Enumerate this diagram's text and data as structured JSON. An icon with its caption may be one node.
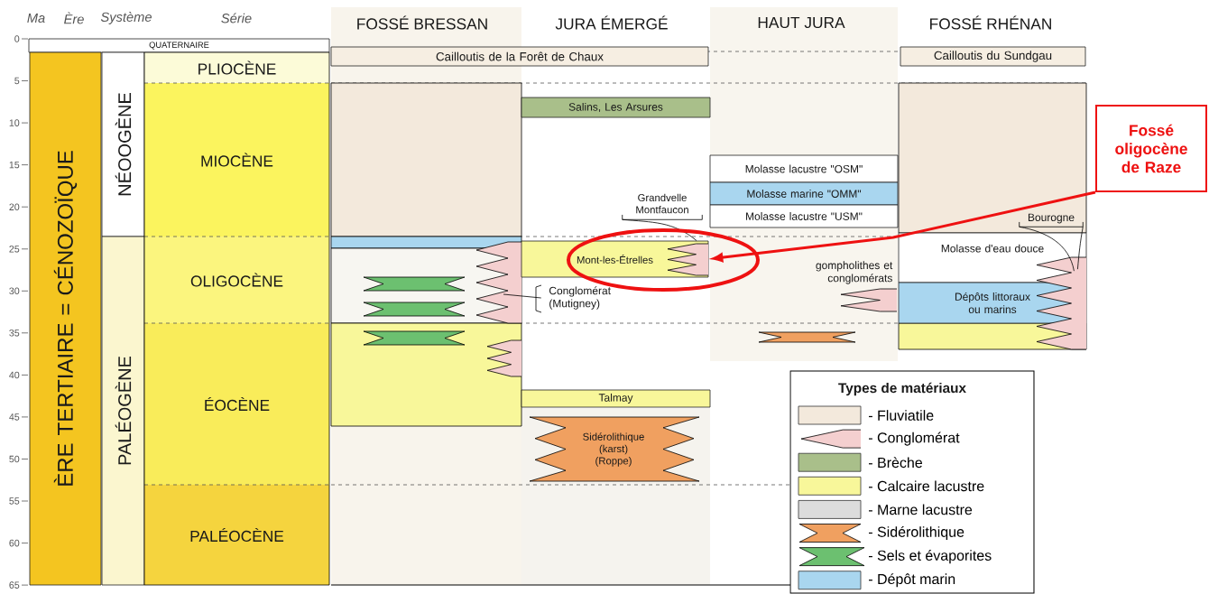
{
  "diagram": {
    "nodes": [
      {
        "text": [
          "QUATERNAIRE"
        ]
      },
      {
        "text": [
          "ÈRE TERTIAIRE = CÉNOZOÏQUE"
        ]
      },
      {
        "text": [
          "NÉOOGÈNE"
        ]
      },
      {
        "text": [
          "PALÉOGÈNE"
        ]
      },
      {
        "text": [
          "PLIOCÈNE"
        ]
      },
      {
        "text": [
          "MIOCÈNE"
        ]
      },
      {
        "text": [
          "OLIGOCÈNE"
        ]
      },
      {
        "text": [
          "ÉOCÈNE"
        ]
      },
      {
        "text": [
          "PALÉOCÈNE"
        ]
      },
      {
        "text": [
          "Cailloutis de la Forêt de Chaux"
        ]
      },
      {
        "text": [
          "Cailloutis du Sundgau"
        ]
      },
      {
        "text": [
          "Salins, Les Arsures"
        ]
      },
      {
        "text": [
          "Molasse lacustre \"OSM\""
        ]
      },
      {
        "text": [
          "Molasse marine \"OMM\""
        ]
      },
      {
        "text": [
          "Molasse lacustre \"USM\""
        ]
      },
      {
        "text": [
          "Grandvelle Montfaucon"
        ]
      },
      {
        "text": [
          "Mont-les-Étrelles"
        ]
      },
      {
        "text": [
          "Conglomérat (Mutigney)"
        ]
      },
      {
        "text": [
          "Talmay"
        ]
      },
      {
        "text": [
          "Sidérolithique (karst) (Roppe)"
        ]
      },
      {
        "text": [
          "Bourogne"
        ]
      },
      {
        "text": [
          "Molasse d'eau douce"
        ]
      },
      {
        "text": [
          "Dépôts littoraux ou marins"
        ]
      },
      {
        "text": [
          "Fossé oligocène de Raze"
        ]
      }
    ],
    "edges": [
      {
        "from": 15,
        "to": 16,
        "arrow": "none"
      },
      {
        "from": 17,
        "to": null,
        "arrow": "none"
      },
      {
        "from": 20,
        "to": 21,
        "arrow": "none"
      },
      {
        "from": 20,
        "to": 21,
        "arrow": "none"
      },
      {
        "from": 23,
        "to": 16,
        "arrow": "to",
        "style": "thick",
        "color": "#ee1111"
      }
    ],
    "labels": [
      "Ma",
      "Ère",
      "Système",
      "Série",
      "FOSSÉ BRESSAN",
      "JURA ÉMERGÉ",
      "HAUT JURA",
      "FOSSÉ RHÉNAN",
      "0",
      "5",
      "10",
      "15",
      "20",
      "25",
      "30",
      "35",
      "40",
      "45",
      "50",
      "55",
      "60",
      "65",
      "gompholithes et conglomérats",
      "Types de matériaux"
    ],
    "legend": [
      {
        "text": "- Fluviatile",
        "color": "#f3e9dc"
      },
      {
        "text": "- Conglomérat"
      },
      {
        "text": "- Brèche",
        "color": "#a9bf8a"
      },
      {
        "text": "- Calcaire lacustre",
        "color": "#f8f79a"
      },
      {
        "text": "- Marne lacustre",
        "color": "#dcdcdc"
      },
      {
        "text": "- Sidérolithique"
      },
      {
        "text": "- Sels et évaporites"
      },
      {
        "text": "- Dépôt marin",
        "color": "#a9d6ef"
      }
    ]
  }
}
